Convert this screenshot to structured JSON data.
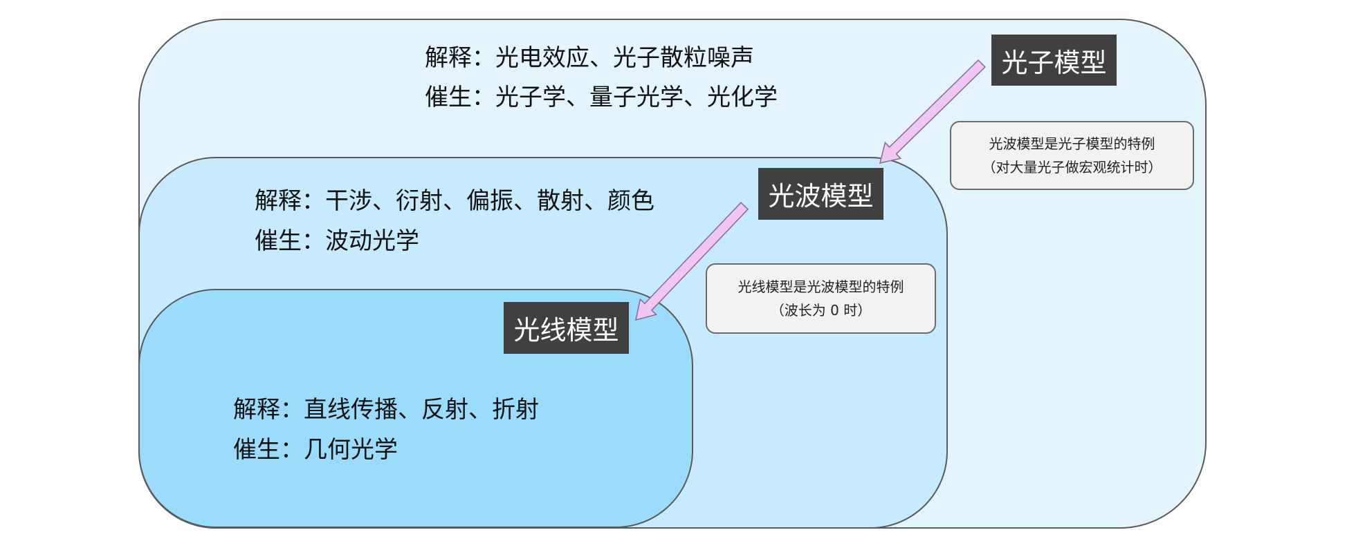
{
  "photon": {
    "label": "光子模型",
    "explain": "解释：光电效应、光子散粒噪声",
    "spawn": "催生：光子学、量子光学、光化学"
  },
  "wave": {
    "label": "光波模型",
    "explain": "解释：干涉、衍射、偏振、散射、颜色",
    "spawn": "催生：波动光学"
  },
  "ray": {
    "label": "光线模型",
    "explain": "解释：直线传播、反射、折射",
    "spawn": "催生：几何光学"
  },
  "notes": [
    {
      "line1": "光波模型是光子模型的特例",
      "line2": "（对大量光子做宏观统计时）"
    },
    {
      "line1": "光线模型是光波模型的特例",
      "line2": "（波长为 0 时）"
    }
  ],
  "colors": {
    "outer": "#e3f4fd",
    "middle": "#c7eafd",
    "inner": "#9bdcfd",
    "arrow": "#f0c6f2"
  }
}
